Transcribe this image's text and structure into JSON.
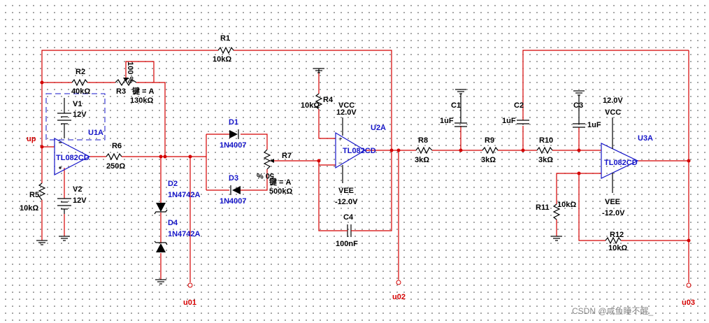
{
  "components": {
    "R1": {
      "ref": "R1",
      "value": "10kΩ"
    },
    "R2": {
      "ref": "R2",
      "value": "40kΩ"
    },
    "R3": {
      "ref": "R3",
      "value": "130kΩ",
      "key": "键 = A",
      "percent": "100 %"
    },
    "R4": {
      "ref": "R4",
      "value": "10kΩ"
    },
    "R5": {
      "ref": "R5",
      "value": "10kΩ"
    },
    "R6": {
      "ref": "R6",
      "value": "250Ω"
    },
    "R7": {
      "ref": "R7",
      "value": "500kΩ",
      "key": "键 = A",
      "percent": "50 %"
    },
    "R8": {
      "ref": "R8",
      "value": "3kΩ"
    },
    "R9": {
      "ref": "R9",
      "value": "3kΩ"
    },
    "R10": {
      "ref": "R10",
      "value": "3kΩ"
    },
    "R11": {
      "ref": "R11",
      "value": "10kΩ"
    },
    "R12": {
      "ref": "R12",
      "value": "10kΩ"
    },
    "V1": {
      "ref": "V1",
      "value": "12V"
    },
    "V2": {
      "ref": "V2",
      "value": "12V"
    },
    "C1": {
      "ref": "C1",
      "value": "1uF"
    },
    "C2": {
      "ref": "C2",
      "value": "1uF"
    },
    "C3": {
      "ref": "C3",
      "value": "1uF"
    },
    "C4": {
      "ref": "C4",
      "value": "100nF"
    },
    "D1": {
      "ref": "D1",
      "value": "1N4007"
    },
    "D2": {
      "ref": "D2",
      "value": "1N4742A"
    },
    "D3": {
      "ref": "D3",
      "value": "1N4007"
    },
    "D4": {
      "ref": "D4",
      "value": "1N4742A"
    },
    "U1A": {
      "ref": "U1A",
      "part": "TL082CD"
    },
    "U2A": {
      "ref": "U2A",
      "part": "TL082CD",
      "vcc_label": "VCC",
      "vcc_value": "12.0V",
      "vee_label": "VEE",
      "vee_value": "-12.0V"
    },
    "U3A": {
      "ref": "U3A",
      "part": "TL082CD",
      "vcc_label": "VCC",
      "vcc_value": "12.0V",
      "vee_label": "VEE",
      "vee_value": "-12.0V"
    }
  },
  "nets": {
    "up": "up",
    "u01": "u01",
    "u02": "u02",
    "u03": "u03"
  },
  "watermark": "CSDN @咸鱼睡不醒_",
  "colors": {
    "wire": "#d40000",
    "component": "#000000",
    "opamp": "#1515c8",
    "background": "#ffffff",
    "grid": "#555555"
  }
}
